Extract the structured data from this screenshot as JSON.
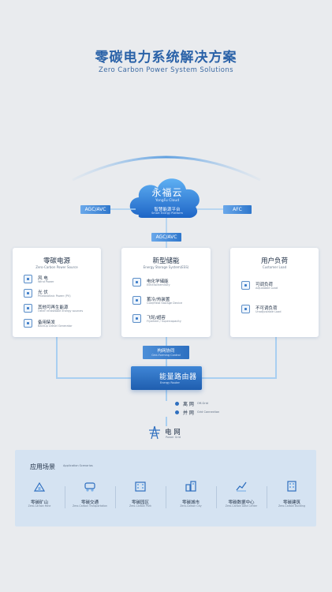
{
  "title": {
    "cn": "零碳电力系统解决方案",
    "en": "Zero Carbon Power System Solutions"
  },
  "cloud": {
    "name_cn": "永福云",
    "name_en": "YongFu Cloud",
    "sub_cn": "智慧能源平台",
    "sub_en": "Smart Energy Platform"
  },
  "tags": {
    "agc_left": "AGC/AVC",
    "afc": "AFC",
    "agc_mid": "AGC/AVC"
  },
  "panels": {
    "source": {
      "title_cn": "零碳电源",
      "title_en": "Zero-Carbon Power Source",
      "items": [
        {
          "cn": "风 电",
          "en": "Wind Power"
        },
        {
          "cn": "光 伏",
          "en": "Photovoltaic Power (PV)"
        },
        {
          "cn": "其他可再生能源",
          "en": "Other renewable energy sources"
        },
        {
          "cn": "备用柴发",
          "en": "Backup Diesel Generator"
        }
      ]
    },
    "storage": {
      "title_cn": "新型储能",
      "title_en": "Energy Storage System(ESS)",
      "items": [
        {
          "cn": "电化学储能",
          "en": "Electrochemistry"
        },
        {
          "cn": "蓄冷/热装置",
          "en": "Cold/Heat Storage Device"
        },
        {
          "cn": "飞轮/超容",
          "en": "Flywheel / Supercapacity"
        }
      ]
    },
    "load": {
      "title_cn": "用户负荷",
      "title_en": "Customer Load",
      "items": [
        {
          "cn": "可调负荷",
          "en": "Adjustable Load"
        },
        {
          "cn": "不可调负荷",
          "en": "Unadjustable Load"
        }
      ]
    }
  },
  "coop": {
    "cn": "构网协同",
    "en": "Grid-Forming Control"
  },
  "router": {
    "cn": "能量路由器",
    "en": "Energy Router"
  },
  "legend": [
    {
      "cn": "离 网",
      "en": "Off-Grid"
    },
    {
      "cn": "并 网",
      "en": "Grid Connection"
    }
  ],
  "grid": {
    "cn": "电 网",
    "en": "Power Grid"
  },
  "applications": {
    "title_cn": "应用场景",
    "title_en": "Application Scenarios",
    "items": [
      {
        "cn": "零碳矿山",
        "en": "Zero-Carbon Mine",
        "icon": "mine-icon"
      },
      {
        "cn": "零碳交通",
        "en": "Zero-Carbon Transportation",
        "icon": "transport-icon"
      },
      {
        "cn": "零碳园区",
        "en": "Zero-Carbon Park",
        "icon": "park-icon"
      },
      {
        "cn": "零碳城市",
        "en": "Zero-Carbon City",
        "icon": "city-icon"
      },
      {
        "cn": "零碳数据中心",
        "en": "Zero-Carbon Data Center",
        "icon": "data-center-icon"
      },
      {
        "cn": "零碳建筑",
        "en": "Zero-Carbon Building",
        "icon": "building-icon"
      }
    ]
  },
  "colors": {
    "accent": "#2f6fbf",
    "wire": "#a9cff1",
    "background": "#e9ebee",
    "app_bg": "#d5e3f2"
  }
}
